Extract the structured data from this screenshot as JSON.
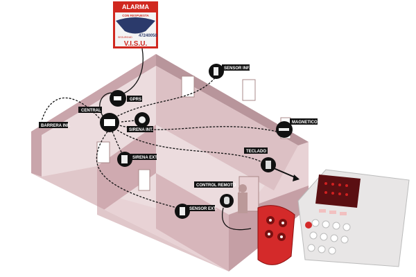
{
  "sign": {
    "title": "ALARMA",
    "subtitle": "CON RESPUESTA",
    "small": "SEGURIDAD",
    "phone": "47240050",
    "brand": "V.I.S.U."
  },
  "devices": [
    {
      "id": "barrera",
      "label": "BARRERA INF."
    },
    {
      "id": "central",
      "label": "CENTRAL"
    },
    {
      "id": "gprs",
      "label": "GPRS"
    },
    {
      "id": "sirena-int",
      "label": "SIRENA INT."
    },
    {
      "id": "sirena-ext",
      "label": "SIRENA EXT."
    },
    {
      "id": "sensor-inf",
      "label": "SENSOR INF."
    },
    {
      "id": "magnetico",
      "label": "MAGNETICO"
    },
    {
      "id": "teclado",
      "label": "TECLADO"
    },
    {
      "id": "control-remoto",
      "label": "CONTROL REMOTO"
    },
    {
      "id": "sensor-ext",
      "label": "SENSOR EXT."
    }
  ],
  "colors": {
    "wall": "#d9b8bd",
    "wall_dark": "#b8959b",
    "floor": "#ecd8da",
    "callout": "#111111",
    "sign_red": "#d0281f",
    "remote_red": "#d42a2a"
  }
}
